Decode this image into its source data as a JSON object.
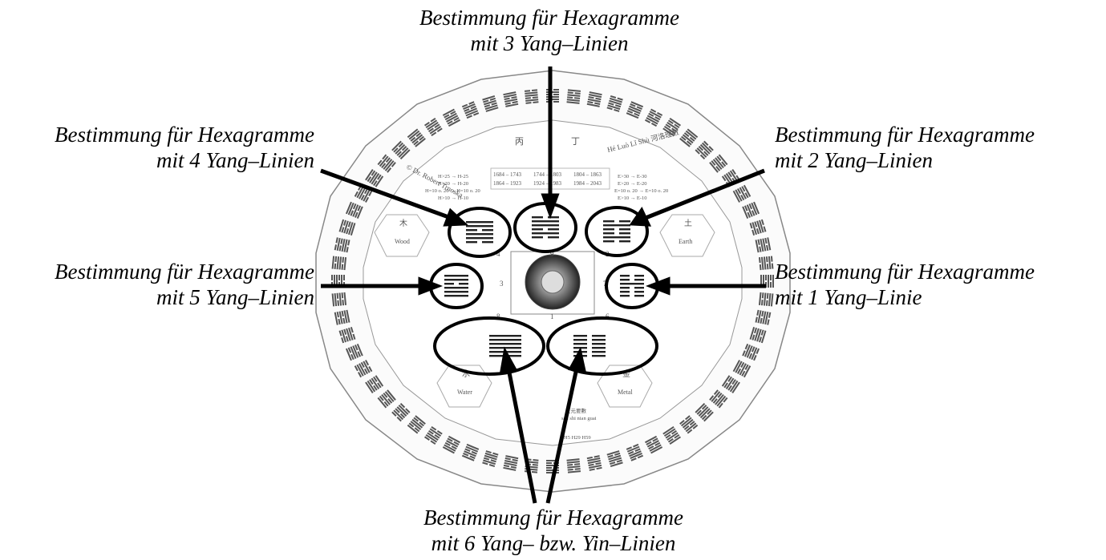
{
  "labels": {
    "top": {
      "line1": "Bestimmung für Hexagramme",
      "line2": "mit 3 Yang–Linien"
    },
    "upper_left": {
      "line1": "Bestimmung für Hexagramme",
      "line2": "mit 4 Yang–Linien"
    },
    "upper_right": {
      "line1": "Bestimmung für Hexagramme",
      "line2": "mit 2 Yang–Linien"
    },
    "mid_left": {
      "line1": "Bestimmung für Hexagramme",
      "line2": "mit 5 Yang–Linien"
    },
    "mid_right": {
      "line1": "Bestimmung für Hexagramme",
      "line2": "mit 1 Yang–Linie"
    },
    "bottom": {
      "line1": "Bestimmung für Hexagramme",
      "line2": "mit 6 Yang– bzw. Yin–Linien"
    }
  },
  "wheel": {
    "copyright": "© Dr. Robert Trnoska",
    "title": "Hé Luò Lǐ Shù 河洛理數",
    "elements": {
      "wood": "Wood",
      "earth": "Earth",
      "water": "Water",
      "metal": "Metal",
      "wood_char": "木",
      "earth_char": "土",
      "water_char": "水",
      "metal_char": "金"
    },
    "center_numbers": [
      "4",
      "9",
      "2",
      "3",
      "7",
      "8",
      "1",
      "6"
    ],
    "top_stems": [
      "丙",
      "丁"
    ],
    "years_left": [
      "1684 – 1743",
      "1864 – 1923"
    ],
    "years_mid": [
      "1744 – 1803",
      "1924 – 1983"
    ],
    "years_right": [
      "1804 – 1863",
      "1984 – 2043"
    ],
    "rules_left": [
      "H>25 → H-25",
      "H>20 → H-20",
      "H=10 o. 20 → H=10 o. 20",
      "H>10 → H-10"
    ],
    "rules_right": [
      "E>30 → E-30",
      "E>20 → E-20",
      "E=10 o. 20 → E=10 o. 20",
      "E>10 → E-10"
    ],
    "bottom_caption": [
      "三元要數",
      "san shi nian guai",
      "H5  H29  H59"
    ]
  }
}
